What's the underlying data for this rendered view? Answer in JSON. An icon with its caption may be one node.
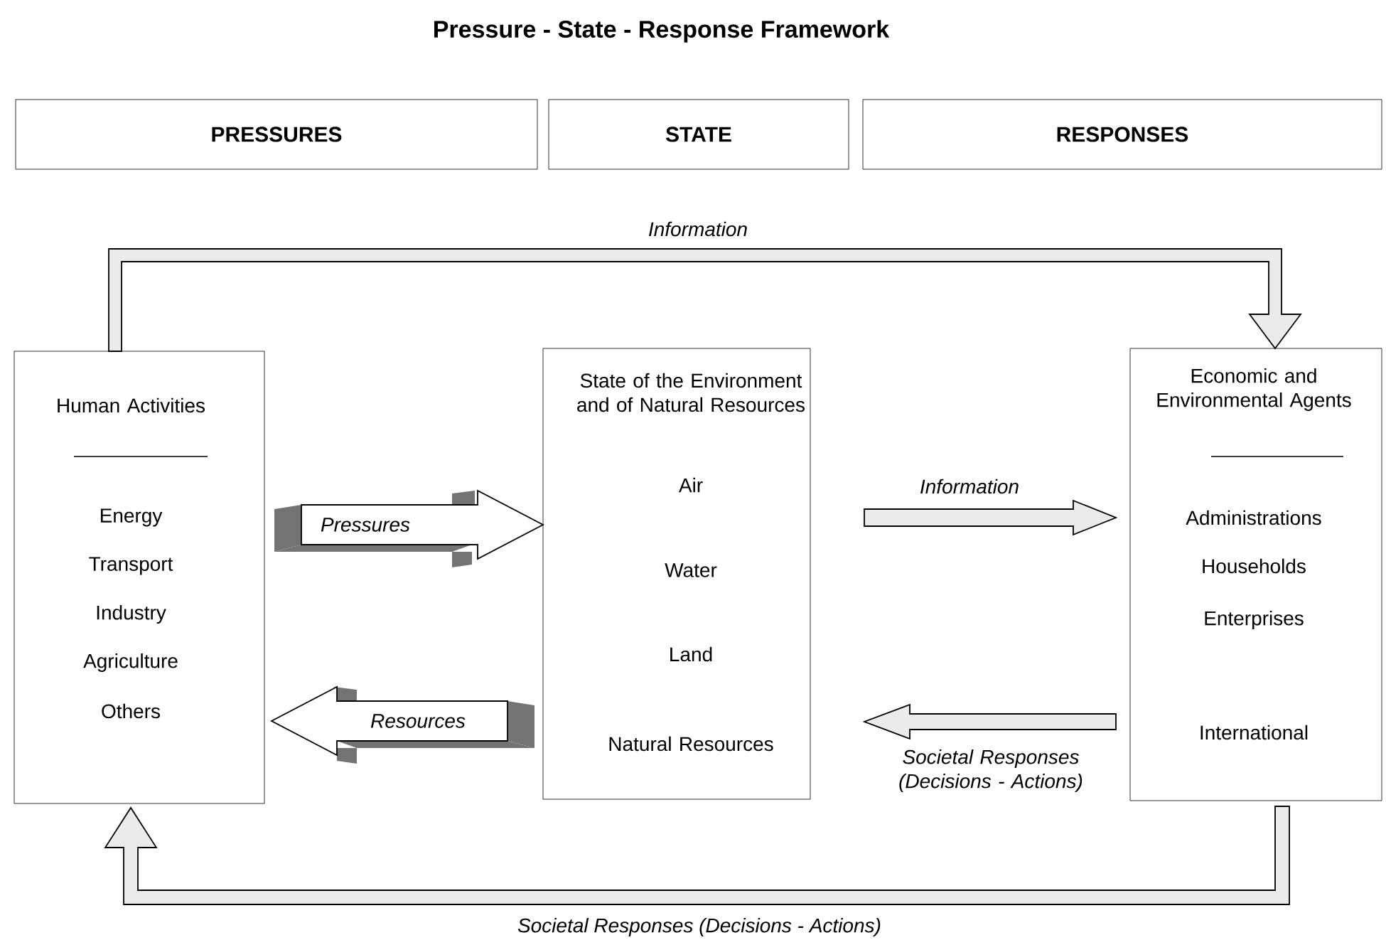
{
  "diagram": {
    "title": "Pressure - State - Response Framework",
    "nodes": [
      {
        "text": [
          "PRESSURES"
        ]
      },
      {
        "text": [
          "STATE"
        ]
      },
      {
        "text": [
          "RESPONSES"
        ]
      },
      {
        "text": [
          "Human Activities",
          "Energy",
          "Transport",
          "Industry",
          "Agriculture",
          "Others"
        ]
      },
      {
        "text": [
          "State of the Environment and of Natural Resources",
          "Air",
          "Water",
          "Land",
          "Natural Resources"
        ]
      },
      {
        "text": [
          "Economic and Environmental Agents",
          "Administrations",
          "Households",
          "Enterprises",
          "International"
        ]
      }
    ],
    "edges": [
      {
        "from": 3,
        "to": 5,
        "arrow": "to",
        "label": "Information"
      },
      {
        "from": 3,
        "to": 4,
        "arrow": "to",
        "label": "Pressures"
      },
      {
        "from": 4,
        "to": 3,
        "arrow": "to",
        "label": "Resources"
      },
      {
        "from": 4,
        "to": 5,
        "arrow": "to",
        "label": "Information"
      },
      {
        "from": 5,
        "to": 4,
        "arrow": "to",
        "label": "Societal Responses (Decisions - Actions)"
      },
      {
        "from": 5,
        "to": 3,
        "arrow": "to",
        "label": "Societal Responses (Decisions - Actions)"
      }
    ]
  }
}
